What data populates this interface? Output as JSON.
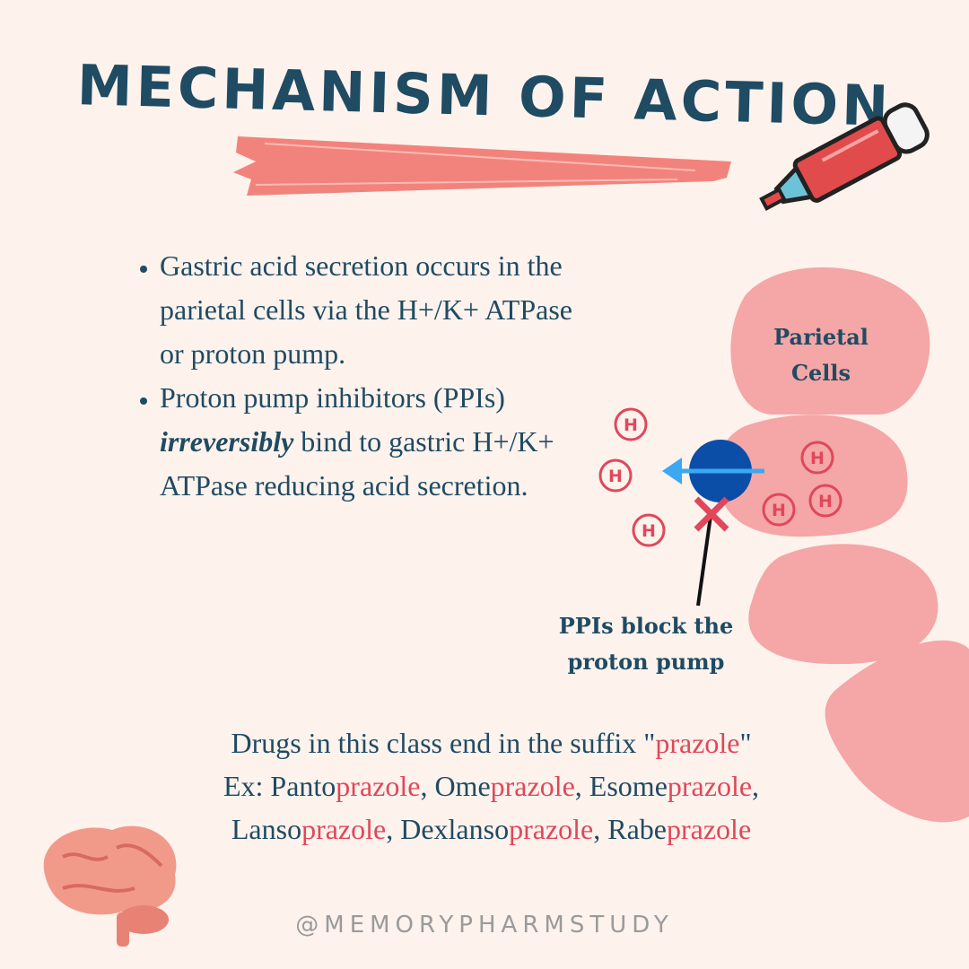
{
  "title": "MECHANISM OF ACTION",
  "bullets": [
    {
      "text": "Gastric acid secretion occurs in the parietal cells via the H+/K+ ATPase or proton pump."
    },
    {
      "before": "Proton pump inhibitors (PPIs) ",
      "emphasis": "irreversibly",
      "after": " bind to gastric  H+/K+ ATPase reducing acid secretion."
    }
  ],
  "diagram": {
    "cells_label": "Parietal Cells",
    "ion_label": "H",
    "block_label": "PPIs block the proton pump"
  },
  "suffix_section": {
    "line1_before": "Drugs in this class end in the suffix \"",
    "suffix": "prazole",
    "line1_after": "\"",
    "ex_prefix": "Ex: ",
    "drugs": [
      {
        "stem": "Panto",
        "suffix": "prazole",
        "sep": ", "
      },
      {
        "stem": "Ome",
        "suffix": "prazole",
        "sep": ", "
      },
      {
        "stem": "Esome",
        "suffix": "prazole",
        "sep": ","
      },
      {
        "stem": "Lanso",
        "suffix": "prazole",
        "sep": ", "
      },
      {
        "stem": "Dexlanso",
        "suffix": "prazole",
        "sep": ", "
      },
      {
        "stem": "Rabe",
        "suffix": "prazole",
        "sep": ""
      }
    ]
  },
  "handle": "@MEMORYPHARMSTUDY",
  "colors": {
    "background": "#fdf2ec",
    "text": "#1f4b63",
    "accent": "#e0475a",
    "cell": "#f5a6a6",
    "pump": "#0b4ea8",
    "arrow": "#3aa8f5",
    "brush": "#f2837c"
  }
}
